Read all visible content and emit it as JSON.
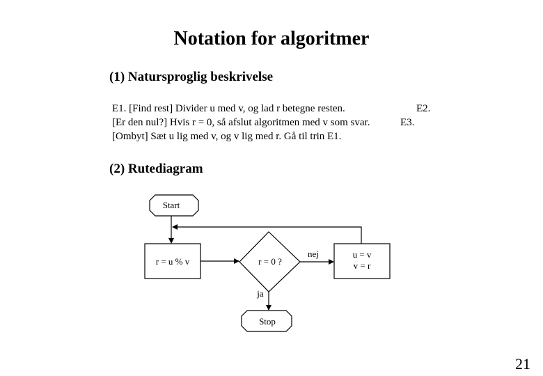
{
  "title": "Notation for algoritmer",
  "section1": {
    "heading": "(1) Natursproglig beskrivelse",
    "lines": [
      {
        "text": "E1. [Find rest] Divider u med v, og lad r betegne resten.",
        "mark": "E2."
      },
      {
        "text": "[Er den nul?] Hvis r = 0, så afslut algoritmen med v som svar.",
        "mark": "E3."
      },
      {
        "text": "[Ombyt]  Sæt u lig med v, og v lig med r. Gå til trin E1.",
        "mark": ""
      }
    ]
  },
  "section2": {
    "heading": "(2) Rutediagram",
    "flowchart": {
      "start": "Start",
      "assign": "r =  u % v",
      "decision": "r = 0 ?",
      "no_label": "nej",
      "swap_line1": "u = v",
      "swap_line2": "v = r",
      "yes_label": "ja",
      "stop": "Stop"
    }
  },
  "page_number": "21"
}
